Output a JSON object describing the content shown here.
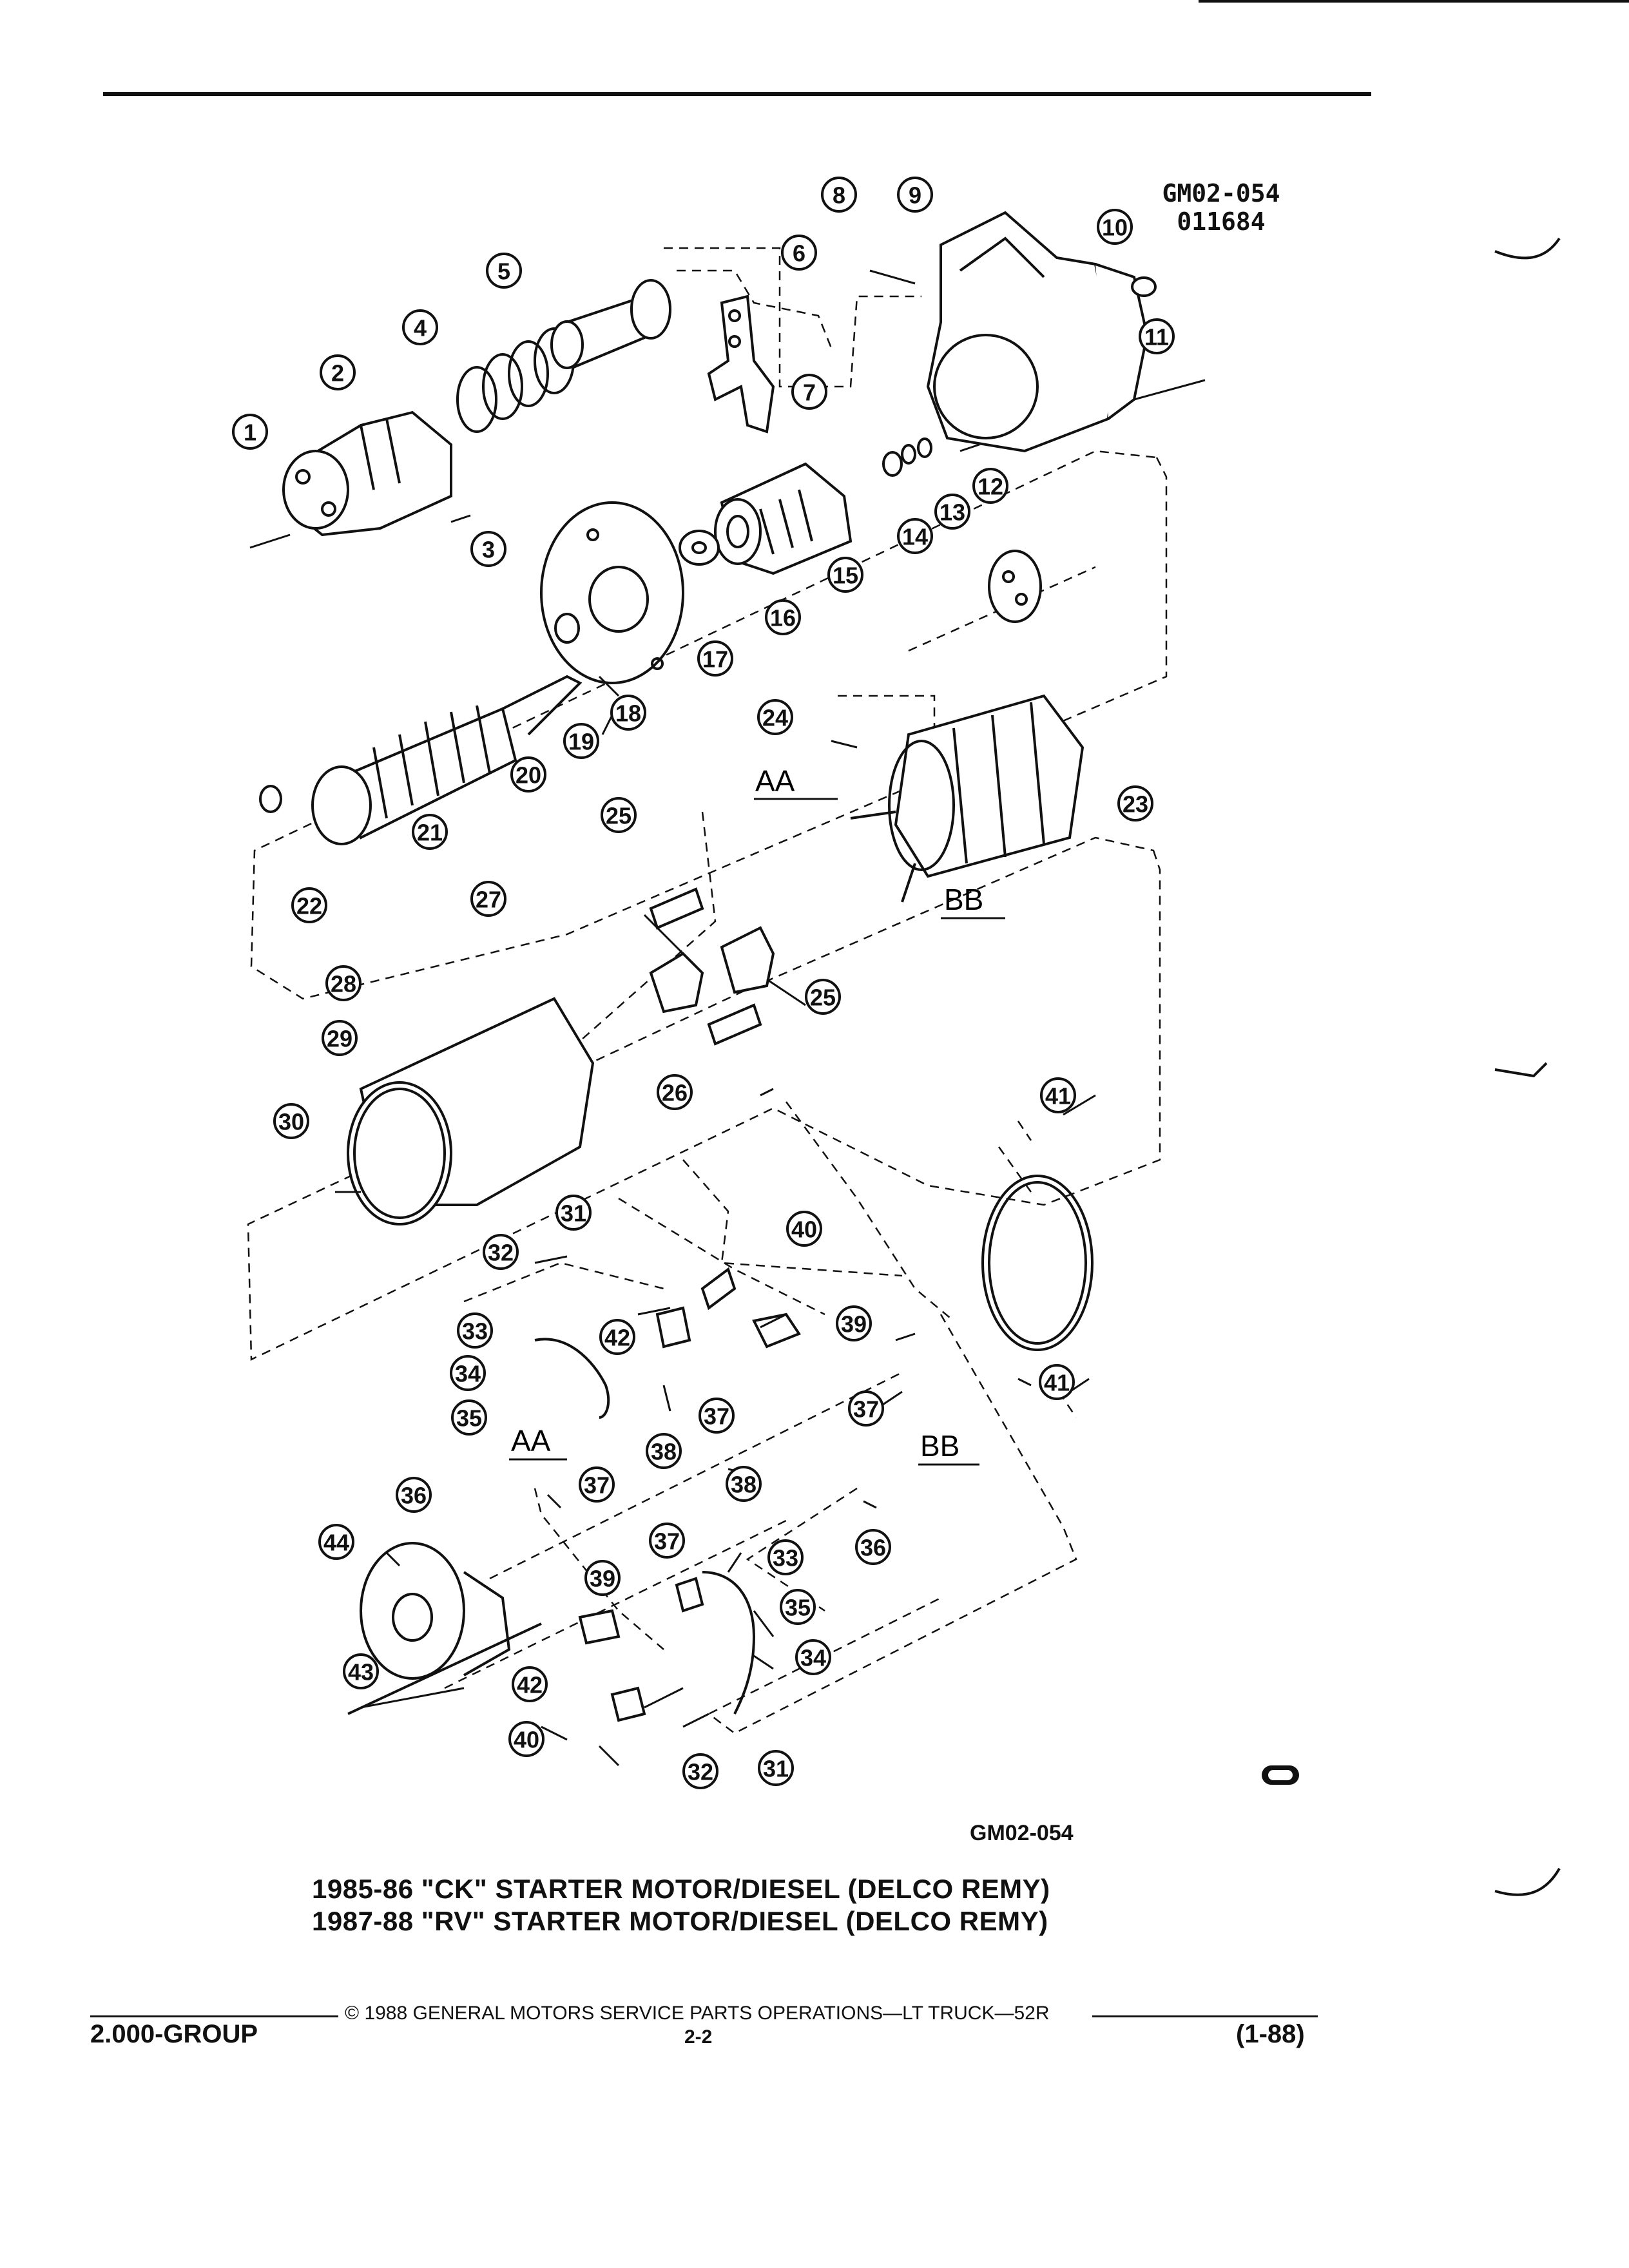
{
  "header": {
    "figure_code": "GM02-054",
    "figure_serial": "011684"
  },
  "diagram": {
    "callouts": [
      "1",
      "2",
      "3",
      "4",
      "5",
      "6",
      "7",
      "8",
      "9",
      "10",
      "11",
      "12",
      "13",
      "14",
      "15",
      "16",
      "17",
      "18",
      "19",
      "20",
      "21",
      "22",
      "23",
      "24",
      "25",
      "25",
      "26",
      "27",
      "28",
      "29",
      "30",
      "31",
      "32",
      "33",
      "34",
      "35",
      "36",
      "37",
      "38",
      "39",
      "40",
      "41",
      "41",
      "42",
      "43",
      "44",
      "31",
      "32",
      "33",
      "34",
      "35",
      "36",
      "37",
      "37",
      "37",
      "38",
      "39",
      "40",
      "42"
    ],
    "wire_labels": {
      "aa_1": "AA",
      "bb_1": "BB",
      "aa_2": "AA",
      "bb_2": "BB"
    },
    "caption_code": "GM02-054"
  },
  "title": {
    "line1": "1985-86 \"CK\" STARTER MOTOR/DIESEL (DELCO REMY)",
    "line2": "1987-88 \"RV\" STARTER MOTOR/DIESEL (DELCO REMY)"
  },
  "footer": {
    "copyright": "© 1988 GENERAL MOTORS SERVICE PARTS OPERATIONS—LT TRUCK—52R",
    "group": "2.000-GROUP",
    "page": "2-2",
    "date": "(1-88)"
  }
}
